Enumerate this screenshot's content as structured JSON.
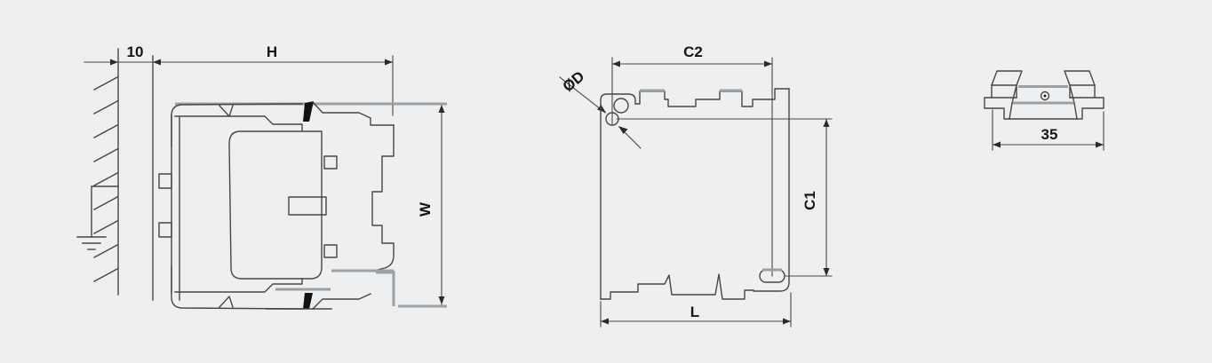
{
  "page": {
    "title": "Contactor overall and mounting dimensions drawing"
  },
  "colors": {
    "background": "#eeeff0",
    "line": "#474747",
    "thick_line": "#9da0a3",
    "text": "#161616",
    "filled_wedge": "#121212"
  },
  "views": {
    "side": {
      "description": "side view of contactor mounted on wall",
      "labels": {
        "wall_clearance": "10",
        "height": "H",
        "depth": "W"
      }
    },
    "front": {
      "description": "front view of contactor with mounting holes",
      "labels": {
        "hole_diameter": "ØD",
        "hole_pitch_horizontal": "C2",
        "hole_pitch_vertical": "C1",
        "width": "L"
      }
    },
    "rail": {
      "description": "35mm DIN mounting rail",
      "labels": {
        "rail_width": "35"
      }
    }
  }
}
